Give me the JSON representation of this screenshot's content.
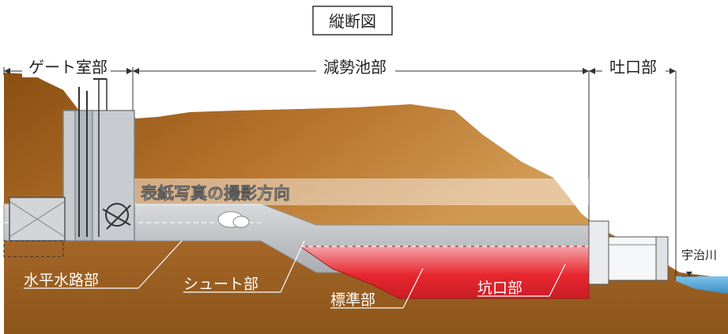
{
  "title": "縦断図",
  "sections": {
    "gate_room": "ゲート室部",
    "stilling_basin": "減勢池部",
    "outlet": "吐口部"
  },
  "photo_direction_label": "表紙写真の撮影方向",
  "parts": {
    "horizontal_channel": "水平水路部",
    "chute": "シュート部",
    "standard": "標準部",
    "tunnel_portal": "坑口部"
  },
  "river": "宇治川",
  "colors": {
    "ground_dark": "#8a4f12",
    "ground_light": "#cf9148",
    "structure": "#bfc3c6",
    "standard_section": "#e8262e",
    "river": "#5aa9dc"
  }
}
